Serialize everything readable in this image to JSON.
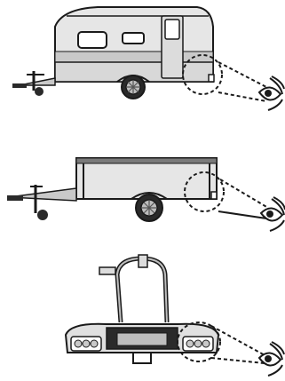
{
  "illustration": {
    "panels": [
      {
        "subject": "caravan",
        "lit_lamp": "rear-light",
        "viewer": "eye"
      },
      {
        "subject": "box-trailer",
        "lit_lamp": "rear-light",
        "viewer": "eye"
      },
      {
        "subject": "bike-carrier",
        "lit_lamp": "rear-light",
        "viewer": "eye"
      }
    ],
    "colors": {
      "outline": "#1a1a1a",
      "body_light": "#e6e6e6",
      "body_mid": "#c9c9c9",
      "body_dark": "#7a7a7a",
      "lamp": "#ffffff"
    },
    "icons": [
      "caravan-icon",
      "trailer-icon",
      "bike-carrier-icon",
      "eye-icon",
      "dashed-sightline-icon"
    ]
  }
}
